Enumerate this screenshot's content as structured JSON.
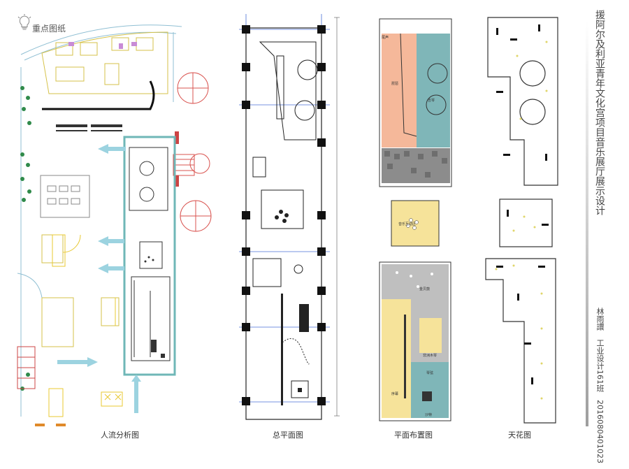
{
  "header": {
    "section_label": "重点图纸"
  },
  "project_title": "援阿尔及利亚青年文化宫项目音乐展厅展示设计",
  "author": {
    "name": "林雨譞",
    "class": "工业设计161班",
    "student_id": "2016080401023"
  },
  "captions": {
    "flow": "人流分析图",
    "general": "总平面图",
    "layout": "平面布置图",
    "ceiling": "天花图"
  },
  "layout_zones": {
    "top_wind": "尾声",
    "top_percussion": "琵琶",
    "top_guitar": "吉琴",
    "mid_interactive": "音乐互动区",
    "bottom_stage": "金贝鼓",
    "bottom_piano": "非洲木琴",
    "bottom_lute": "琴弦",
    "bottom_preface": "序幕",
    "bottom_sofa": "沙特"
  },
  "colors": {
    "flow_frame": "#6fb7b7",
    "flow_arrow": "#9cd3e0",
    "peach": "#f5b89a",
    "teal": "#7fb6b8",
    "yellow": "#f6e39a",
    "grey": "#bfbfbf",
    "red_line": "#d9534f",
    "ceiling_dot": "#e0d66a"
  }
}
